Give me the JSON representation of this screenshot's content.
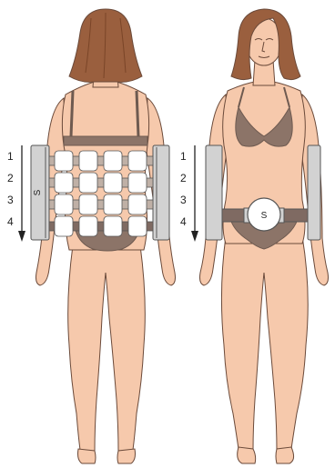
{
  "colors": {
    "skin": "#f6c9ac",
    "skin_shadow": "#e6ad8c",
    "outline": "#6b4a3a",
    "hair": "#9a5f3e",
    "hair_dark": "#7a4528",
    "bikini": "#8c7468",
    "bikini_dark": "#6e5a50",
    "device": "#d2d2d2",
    "device_edge": "#555555",
    "belt_dark": "#7f6a62",
    "pad": "#ffffff"
  },
  "back_view": {
    "row_numbers": [
      "1",
      "2",
      "3",
      "4"
    ],
    "device_label": "S"
  },
  "front_view": {
    "row_numbers": [
      "1",
      "2",
      "3",
      "4"
    ],
    "device_label": "S"
  }
}
